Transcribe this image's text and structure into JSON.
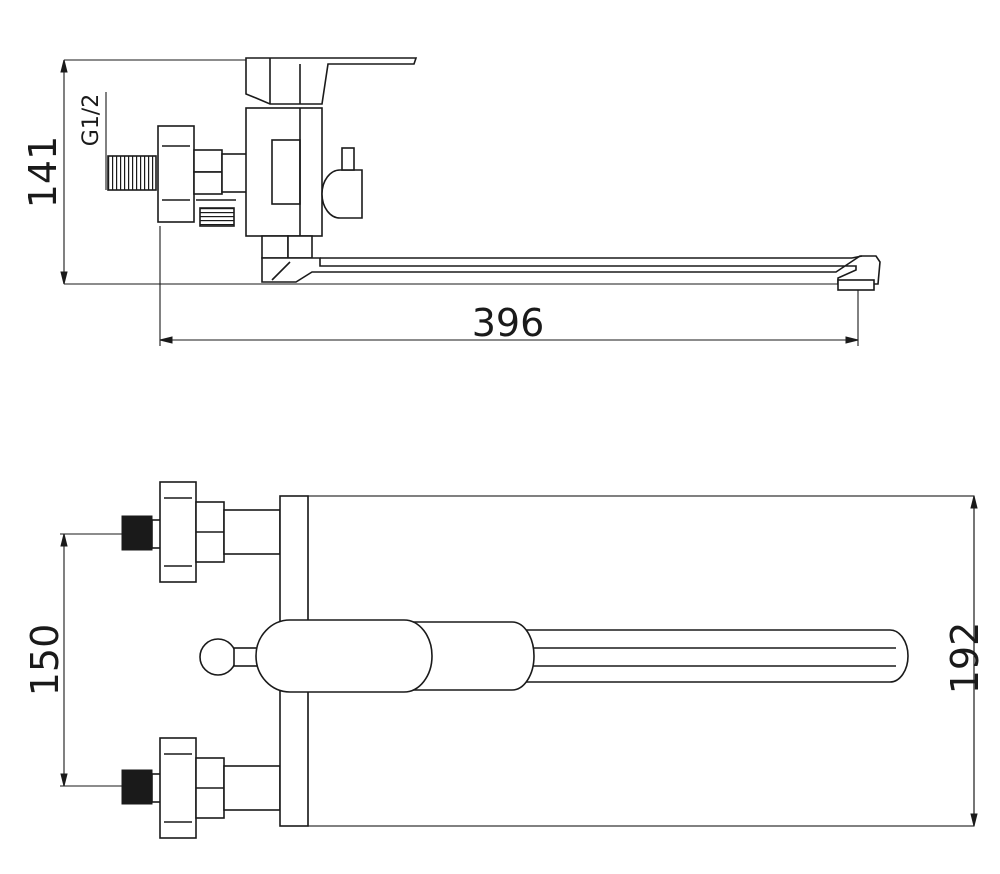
{
  "side_view": {
    "thread_label": "G1/2",
    "height_dim": "141",
    "length_dim": "396"
  },
  "top_view": {
    "spacing_dim": "150",
    "width_dim": "192"
  },
  "colors": {
    "line": "#1a1a1a",
    "background": "#ffffff"
  }
}
